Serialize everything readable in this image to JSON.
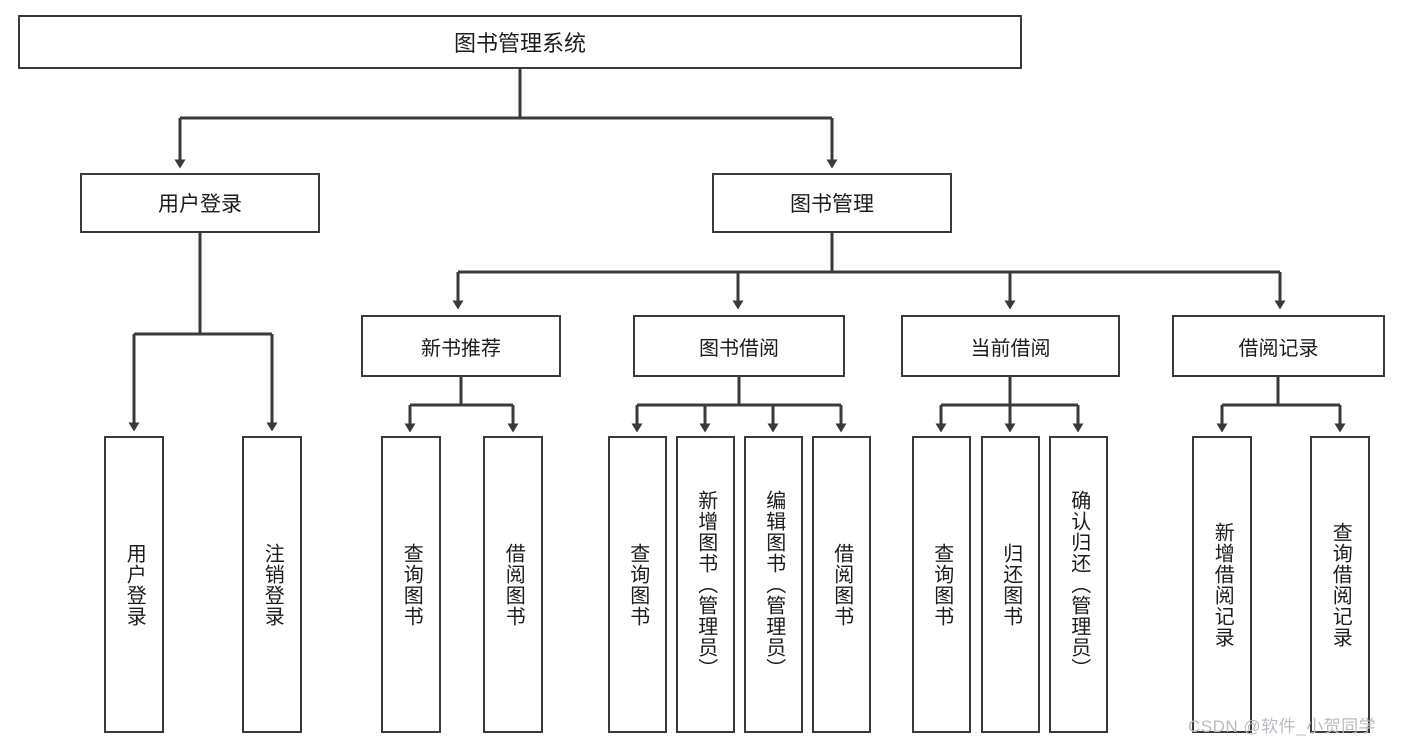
{
  "diagram": {
    "title": "图书管理系统",
    "watermark": "CSDN @软件_小贺同学",
    "root": {
      "label": "图书管理系统"
    },
    "level2": [
      {
        "label": "用户登录"
      },
      {
        "label": "图书管理"
      }
    ],
    "level3": [
      {
        "label": "新书推荐"
      },
      {
        "label": "图书借阅"
      },
      {
        "label": "当前借阅"
      },
      {
        "label": "借阅记录"
      }
    ],
    "leaves": {
      "user_login": [
        {
          "label": "用户登录"
        },
        {
          "label": "注销登录"
        }
      ],
      "new_book": [
        {
          "label": "查询图书"
        },
        {
          "label": "借阅图书"
        }
      ],
      "book_borrow": [
        {
          "label": "查询图书"
        },
        {
          "label": "新增图书（管理员）"
        },
        {
          "label": "编辑图书（管理员）"
        },
        {
          "label": "借阅图书"
        }
      ],
      "current_borrow": [
        {
          "label": "查询图书"
        },
        {
          "label": "归还图书"
        },
        {
          "label": "确认归还（管理员）"
        }
      ],
      "borrow_record": [
        {
          "label": "新增借阅记录"
        },
        {
          "label": "查询借阅记录"
        }
      ]
    },
    "colors": {
      "stroke": "#3a3a3a",
      "background": "#ffffff",
      "text": "#1c1c1c",
      "watermark": "#b9bcc2"
    }
  }
}
